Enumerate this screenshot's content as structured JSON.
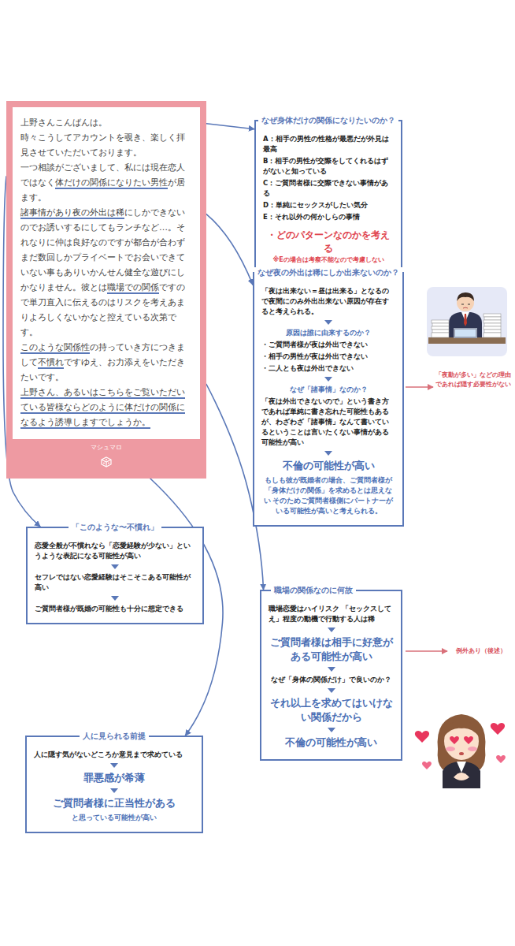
{
  "diagram": {
    "nodes": [
      {
        "text": [
          "上野さんこんばんは。",
          "時々こうしてアカウントを覗き、楽しく拝見させていただいております。",
          "一つ相談がございまして、私には現在恋人ではなく",
          "体だけの関係になりたい男性",
          "が居ます。",
          "諸事情があり夜の外出は稀",
          "にしかできないのでお誘いするにしてもランチなど…。それなりに仲は良好なのですが都合が合わずまだ数回しかプライベートでお会いできていない事もありいかんせん健全な遊びにしかなりません。彼とは",
          "職場での関係",
          "ですので単刀直入に伝えるのはリスクを考えあまりよろしくないかなと控えている次第です。",
          "このような関係性",
          "の持っていき方につきまして",
          "不慣れ",
          "ですゆえ、お力添えをいただきたいです。",
          "上野さん、あるいはこちらをご覧いただいている皆様ならどのように体だけの関係になるよう誘導しますでしょうか。",
          "マシュマロ"
        ]
      },
      {
        "text": [
          "なぜ身体だけの関係になりたいのか？",
          "A：相手の男性の性格が最悪だが外見は最高",
          "B：相手の男性が交際をしてくれるはずがないと知っている",
          "C：ご質問者様に交際できない事情がある",
          "D：単純にセックスがしたい気分",
          "E：それ以外の何かしらの事情",
          "・どのパターンなのかを考える",
          "※Eの場合は考察不能なので考慮しない"
        ]
      },
      {
        "text": [
          "なぜ夜の外出は稀にしか出来ないのか？",
          "「夜は出来ない＝昼は出来る」となるので夜間にのみ外出出来ない原因が存在すると考えられる。",
          "原因は誰に由来するのか？",
          "・ご質問者様が夜は外出できない",
          "・相手の男性が夜は外出できない",
          "・二人とも夜は外出できない",
          "なぜ「諸事情」なのか？",
          "「夜は外出できないので」という書き方であれば単純に書き忘れた可能性もあるが、わざわざ「諸事情」なんて書いているということは言いたくない事情がある可能性が高い",
          "不倫の可能性が高い",
          "もしも彼が既婚者の場合、ご質問者様が「身体だけの関係」を求めるとは思えない そのためご質問者様側にパートナーがいる可能性が高いと考えられる。"
        ]
      },
      {
        "text": [
          "「このような〜不慣れ」",
          "恋愛全般が不慣れなら「恋愛経験が少ない」というような表記になる可能性が高い",
          "セフレではない恋愛経験はそこそこある可能性が高い",
          "ご質問者様が既婚の可能性も十分に想定できる"
        ]
      },
      {
        "text": [
          "職場の関係なのに何故",
          "職場恋愛はハイリスク 「セックスしてえ」程度の動機で行動する人は稀",
          "ご質問者様は相手に好意がある可能性が高い",
          "なぜ「身体の関係だけ」で良いのか？",
          "それ以上を求めてはいけない関係だから",
          "不倫の可能性が高い"
        ]
      },
      {
        "text": [
          "人に見られる前提",
          "人に隠す気がないどころか意見まで求めている",
          "罪悪感が希薄",
          "ご質問者様に正当性がある",
          "と思っている可能性が高い"
        ]
      }
    ],
    "edges": [
      {
        "from": 0,
        "to": 1,
        "arrow": "to"
      },
      {
        "from": 0,
        "to": 2,
        "arrow": "to"
      },
      {
        "from": 0,
        "to": 3,
        "arrow": "to"
      },
      {
        "from": 0,
        "to": 4,
        "arrow": "to"
      },
      {
        "from": 0,
        "to": 5,
        "arrow": "to"
      }
    ],
    "labels": [
      "「夜勤が多い」などの理由であれば隠す必要性がない",
      "例外あり（後述）"
    ]
  }
}
